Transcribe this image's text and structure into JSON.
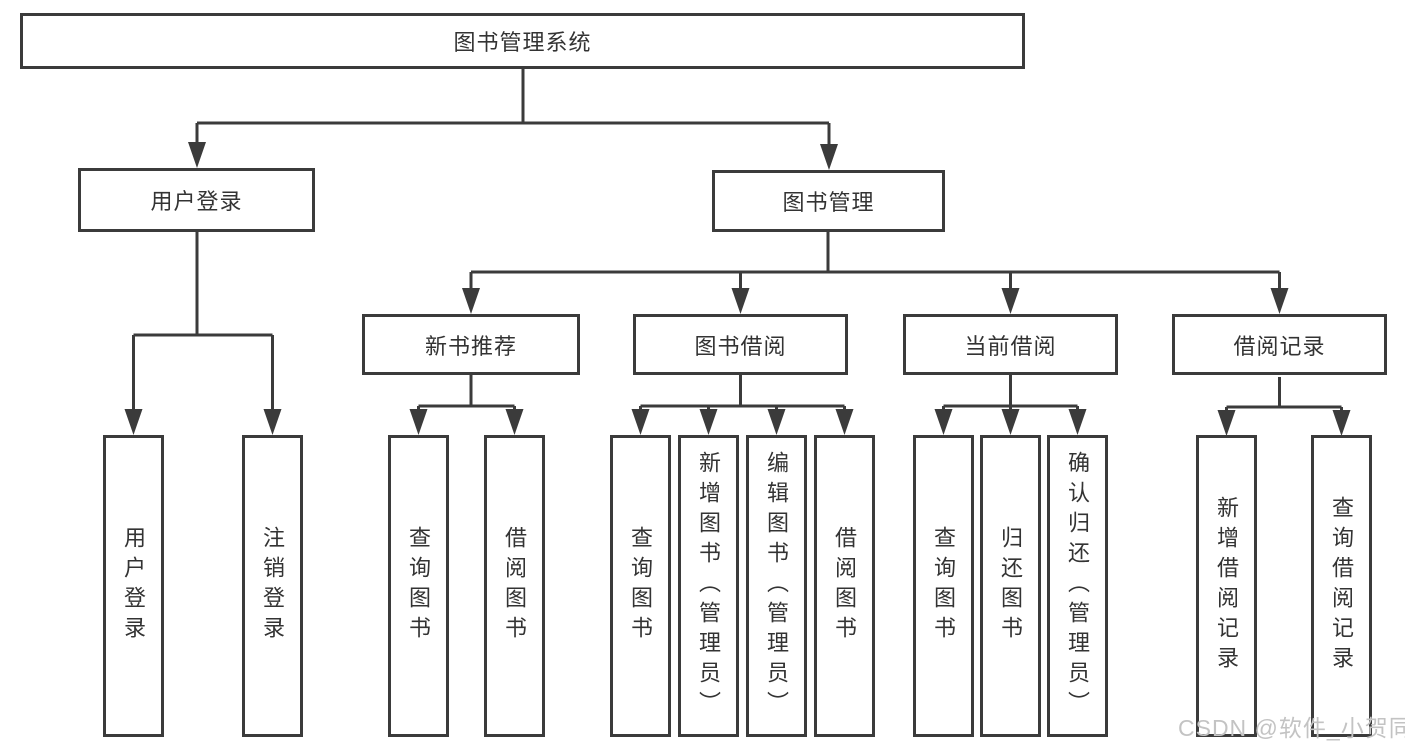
{
  "diagram": {
    "root": {
      "label": "图书管理系统"
    },
    "level2": [
      {
        "label": "用户登录"
      },
      {
        "label": "图书管理"
      }
    ],
    "level3": [
      {
        "label": "新书推荐",
        "parent": "图书管理"
      },
      {
        "label": "图书借阅",
        "parent": "图书管理"
      },
      {
        "label": "当前借阅",
        "parent": "图书管理"
      },
      {
        "label": "借阅记录",
        "parent": "图书管理"
      }
    ],
    "leaves": [
      {
        "label": "用户登录",
        "parent": "用户登录"
      },
      {
        "label": "注销登录",
        "parent": "用户登录"
      },
      {
        "label": "查询图书",
        "parent": "新书推荐"
      },
      {
        "label": "借阅图书",
        "parent": "新书推荐"
      },
      {
        "label": "查询图书",
        "parent": "图书借阅"
      },
      {
        "label": "新增图书（管理员）",
        "parent": "图书借阅"
      },
      {
        "label": "编辑图书（管理员）",
        "parent": "图书借阅"
      },
      {
        "label": "借阅图书",
        "parent": "图书借阅"
      },
      {
        "label": "查询图书",
        "parent": "当前借阅"
      },
      {
        "label": "归还图书",
        "parent": "当前借阅"
      },
      {
        "label": "确认归还（管理员）",
        "parent": "当前借阅"
      },
      {
        "label": "新增借阅记录",
        "parent": "借阅记录"
      },
      {
        "label": "查询借阅记录",
        "parent": "借阅记录"
      }
    ]
  },
  "watermark": {
    "text": "CSDN @软件_小贺同学"
  },
  "colors": {
    "line": "#3b3b3b",
    "box_border": "#3b3b3b",
    "text": "#333333",
    "watermark": "#c3c3c3",
    "background": "#ffffff"
  }
}
